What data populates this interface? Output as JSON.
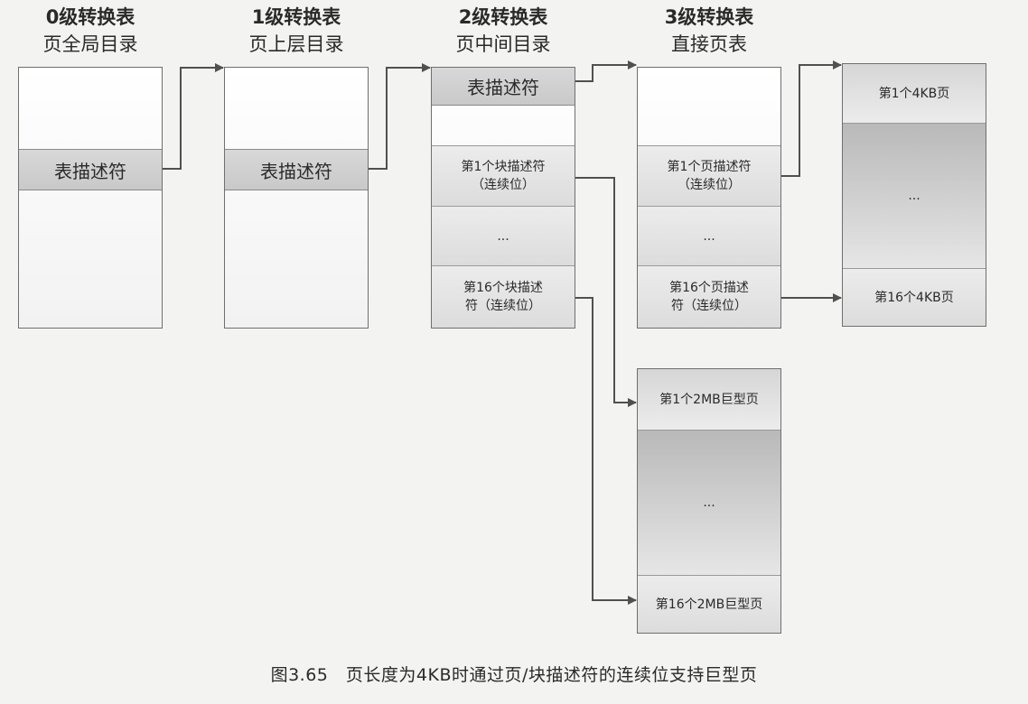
{
  "levels": [
    {
      "title": "0级转换表",
      "subtitle": "页全局目录",
      "descriptor": "表描述符"
    },
    {
      "title": "1级转换表",
      "subtitle": "页上层目录",
      "descriptor": "表描述符"
    },
    {
      "title": "2级转换表",
      "subtitle": "页中间目录",
      "descriptor": "表描述符",
      "block_first_line1": "第1个块描述符",
      "block_first_line2": "（连续位）",
      "ellipsis": "...",
      "block_last_line1": "第16个块描述",
      "block_last_line2": "符（连续位）"
    },
    {
      "title": "3级转换表",
      "subtitle": "直接页表",
      "page_first_line1": "第1个页描述符",
      "page_first_line2": "（连续位）",
      "ellipsis": "...",
      "page_last_line1": "第16个页描述",
      "page_last_line2": "符（连续位）"
    }
  ],
  "pages_4kb": {
    "first": "第1个4KB页",
    "ellipsis": "...",
    "last": "第16个4KB页"
  },
  "pages_2mb": {
    "first": "第1个2MB巨型页",
    "ellipsis": "...",
    "last": "第16个2MB巨型页"
  },
  "caption": "图3.65　页长度为4KB时通过页/块描述符的连续位支持巨型页",
  "colors": {
    "line": "#505050",
    "border": "#6f6f6f",
    "shade": "#cfcfcf"
  }
}
